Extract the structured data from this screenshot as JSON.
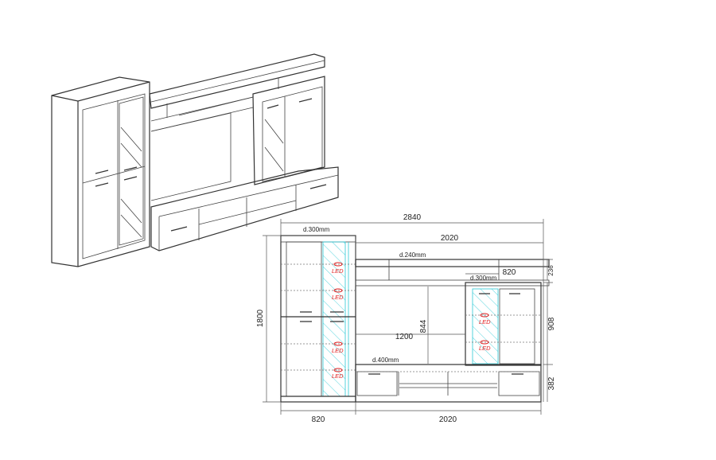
{
  "dimensions": {
    "total_width": "2840",
    "upper_width": "2020",
    "left_width": "820",
    "bottom_width": "2020",
    "height": "1800",
    "tv_opening_width": "1200",
    "tv_opening_height": "844",
    "shelf_height": "236",
    "right_cabinet_height": "908",
    "base_height": "382",
    "shelf_right_width": "820"
  },
  "depths": {
    "left_tower": "d.300mm",
    "top_shelf": "d.240mm",
    "right_cabinet": "d.300mm",
    "base": "d.400mm"
  },
  "led_label": "LED",
  "colors": {
    "glass": "#2cc9d6",
    "led": "#e02020"
  }
}
